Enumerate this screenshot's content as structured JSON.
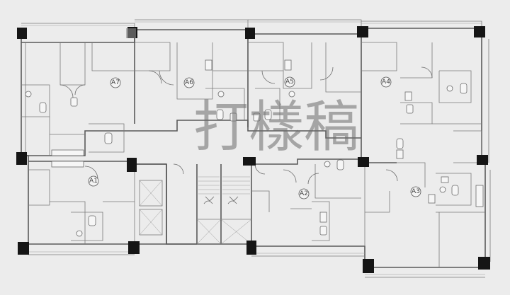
{
  "watermark": "打樣稿",
  "units": [
    {
      "id": "A7",
      "label": "A7"
    },
    {
      "id": "A6",
      "label": "A6"
    },
    {
      "id": "A5",
      "label": "A5"
    },
    {
      "id": "A4",
      "label": "A4"
    },
    {
      "id": "A1",
      "label": "A1"
    },
    {
      "id": "A2",
      "label": "A2"
    },
    {
      "id": "A3",
      "label": "A3"
    }
  ],
  "colors": {
    "background": "#ececec",
    "wall": "#5a5a5a",
    "column": "#151515"
  }
}
